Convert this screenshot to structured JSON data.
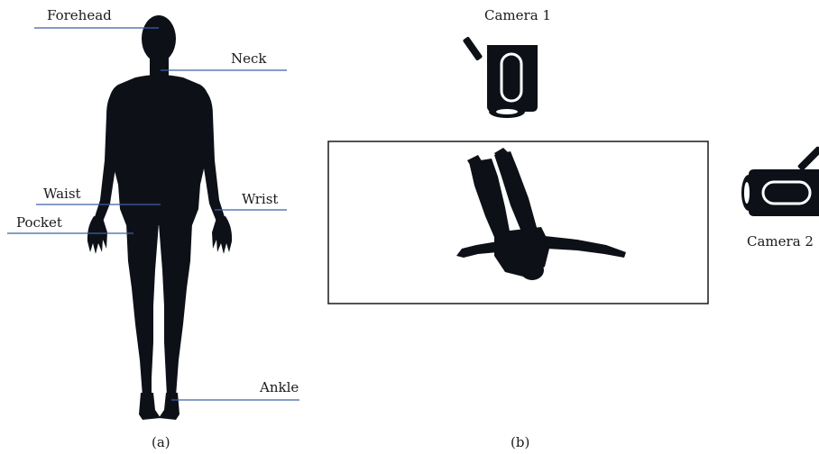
{
  "panel_a": {
    "labels": {
      "forehead": "Forehead",
      "neck": "Neck",
      "waist": "Waist",
      "wrist": "Wrist",
      "pocket": "Pocket",
      "ankle": "Ankle"
    },
    "caption": "(a)"
  },
  "panel_b": {
    "camera1": "Camera 1",
    "camera2": "Camera 2",
    "caption": "(b)"
  },
  "colors": {
    "label_line": "#3d5fa8",
    "silhouette": "#0d1117"
  }
}
